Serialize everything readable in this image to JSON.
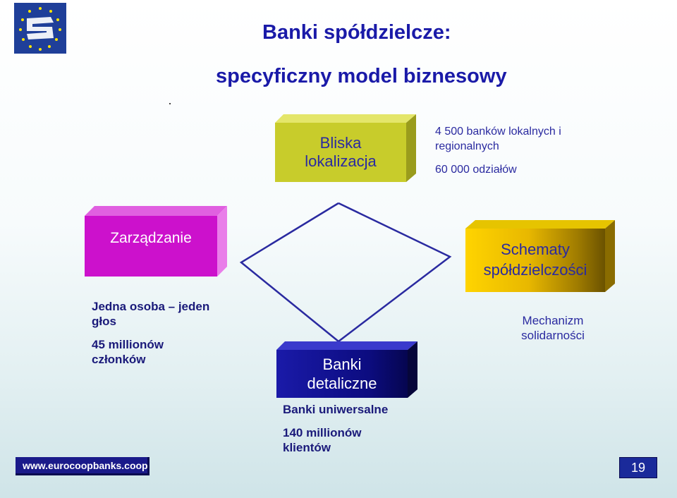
{
  "title": {
    "line1": "Banki spółdzielcze:",
    "line2": "specyficzny model biznesowy"
  },
  "boxes": {
    "bliska": {
      "line1": "Bliska",
      "line2": "lokalizacja"
    },
    "zarzadzanie": {
      "label": "Zarządzanie"
    },
    "schematy": {
      "line1": "Schematy",
      "line2": "spółdzielczości"
    },
    "banki": {
      "line1": "Banki",
      "line2": "detaliczne"
    }
  },
  "info": {
    "bliska": {
      "line1": "4 500 banków lokalnych i",
      "line2": "regionalnych",
      "line3": "60 000 odziałów"
    },
    "zarzadzanie": {
      "line1": "Jedna osoba – jeden",
      "line2": "głos",
      "line3": "45 millionów",
      "line4": "członków"
    },
    "schematy": {
      "line1": "Mechanizm",
      "line2": "solidarności"
    },
    "banki": {
      "line1": "Banki uniwersalne",
      "line2": "140 millionów",
      "line3": "klientów"
    }
  },
  "footer": {
    "url": "www.eurocoopbanks.coop",
    "page": "19"
  },
  "colors": {
    "title": "#1a1aa8",
    "bliska": "#c8cc2b",
    "zarzadzanie": "#cc11cc",
    "schematy": "#ffd400",
    "banki": "#1a1aa8",
    "logo": "#1f3f99"
  },
  "icons": {
    "logo": "eu-cooperative-banks-logo"
  }
}
